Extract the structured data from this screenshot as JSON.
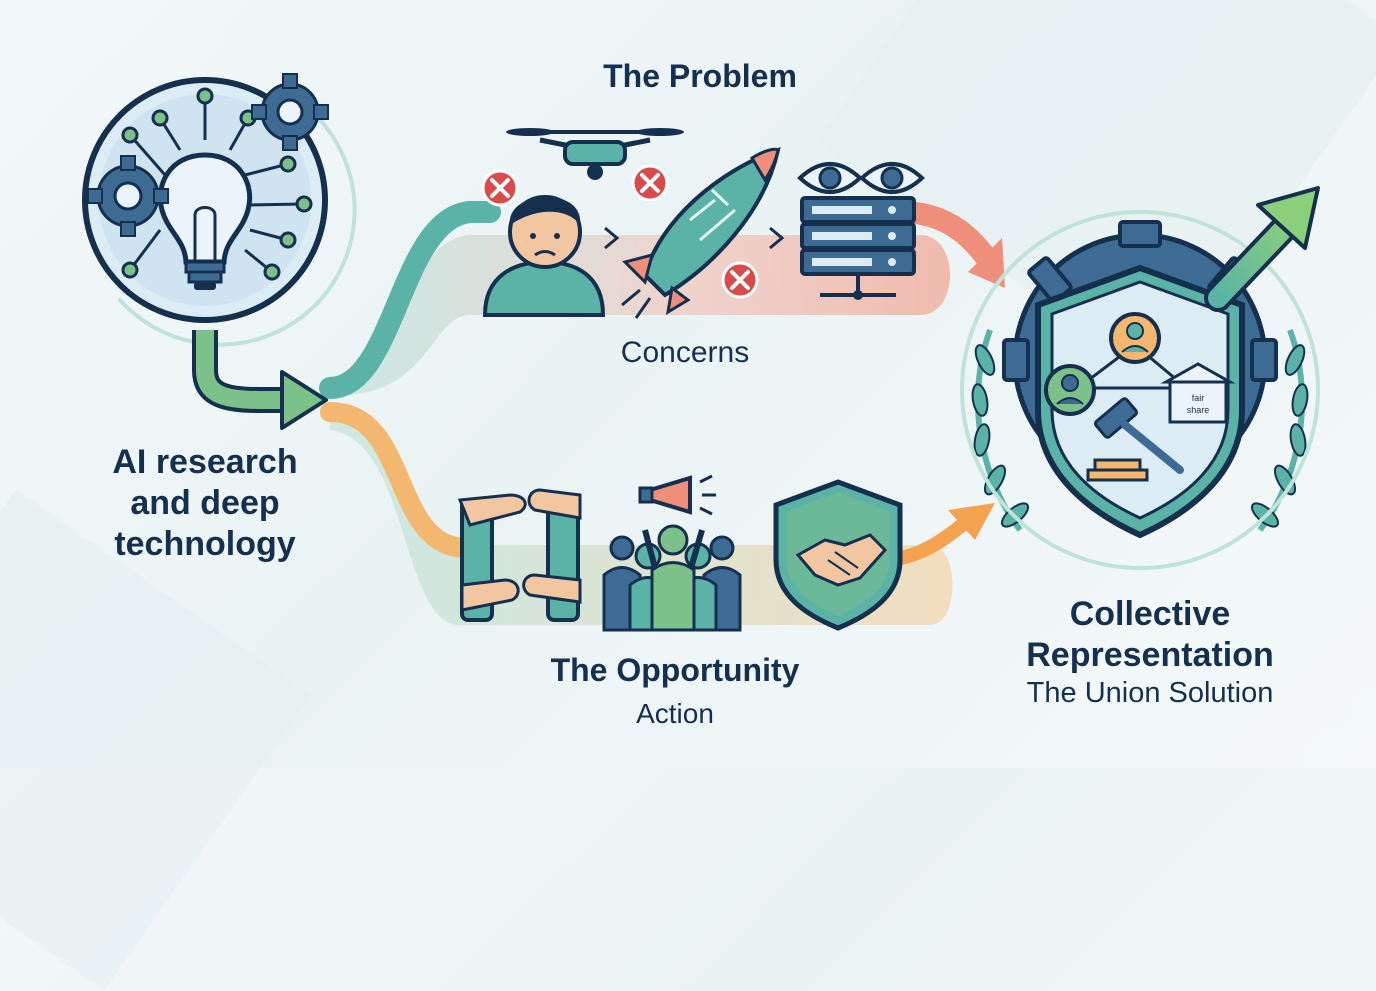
{
  "source": {
    "title_lines": [
      "AI research",
      "and deep",
      "technology"
    ]
  },
  "problem": {
    "title": "The Problem",
    "caption": "Concerns"
  },
  "opportunity": {
    "title": "The Opportunity",
    "caption": "Action"
  },
  "solution": {
    "title_lines": [
      "Collective",
      "Representation"
    ],
    "caption": "The Union Solution",
    "sign_lines": [
      "fair",
      "share"
    ]
  },
  "icons": [
    "lightbulb-circuit-icon",
    "gear-icon",
    "drone-icon",
    "worried-person-icon",
    "rocket-icon",
    "surveillance-eyes-icon",
    "server-icon",
    "x-mark-icon",
    "hands-unity-icon",
    "megaphone-icon",
    "crowd-icon",
    "handshake-shield-icon",
    "gear-shield-icon",
    "people-network-icon",
    "bank-icon",
    "gavel-icon",
    "laurel-wreath-icon",
    "growth-arrow-icon"
  ],
  "colors": {
    "navy": "#15304f",
    "teal": "#5ab3a6",
    "salmon": "#ef8f7a",
    "orange": "#f4b76f",
    "green": "#7cc08a",
    "steel_blue": "#3d6b93",
    "red_x": "#d94b4b"
  }
}
